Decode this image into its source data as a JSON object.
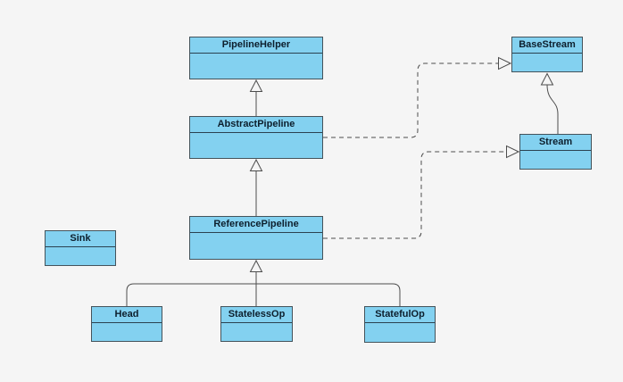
{
  "diagram": {
    "type": "uml-class-diagram",
    "classes": [
      {
        "id": "pipeline-helper",
        "label": "PipelineHelper"
      },
      {
        "id": "abstract-pipeline",
        "label": "AbstractPipeline"
      },
      {
        "id": "reference-pipeline",
        "label": "ReferencePipeline"
      },
      {
        "id": "sink",
        "label": "Sink"
      },
      {
        "id": "base-stream",
        "label": "BaseStream"
      },
      {
        "id": "stream",
        "label": "Stream"
      },
      {
        "id": "head",
        "label": "Head"
      },
      {
        "id": "stateless-op",
        "label": "StatelessOp"
      },
      {
        "id": "stateful-op",
        "label": "StatefulOp"
      }
    ],
    "relations": [
      {
        "from": "AbstractPipeline",
        "to": "PipelineHelper",
        "type": "generalization",
        "line": "solid"
      },
      {
        "from": "ReferencePipeline",
        "to": "AbstractPipeline",
        "type": "generalization",
        "line": "solid"
      },
      {
        "from": "Head",
        "to": "ReferencePipeline",
        "type": "generalization",
        "line": "solid"
      },
      {
        "from": "StatelessOp",
        "to": "ReferencePipeline",
        "type": "generalization",
        "line": "solid"
      },
      {
        "from": "StatefulOp",
        "to": "ReferencePipeline",
        "type": "generalization",
        "line": "solid"
      },
      {
        "from": "Stream",
        "to": "BaseStream",
        "type": "generalization",
        "line": "solid"
      },
      {
        "from": "AbstractPipeline",
        "to": "BaseStream",
        "type": "realization",
        "line": "dashed"
      },
      {
        "from": "ReferencePipeline",
        "to": "Stream",
        "type": "realization",
        "line": "dashed"
      }
    ]
  },
  "colors": {
    "node-fill": "#83d1f0",
    "node-border": "#44535b",
    "node-separator": "#2b4150",
    "connector": "#4d4d4d",
    "background": "#f5f5f5",
    "text": "#0d1f2d"
  }
}
